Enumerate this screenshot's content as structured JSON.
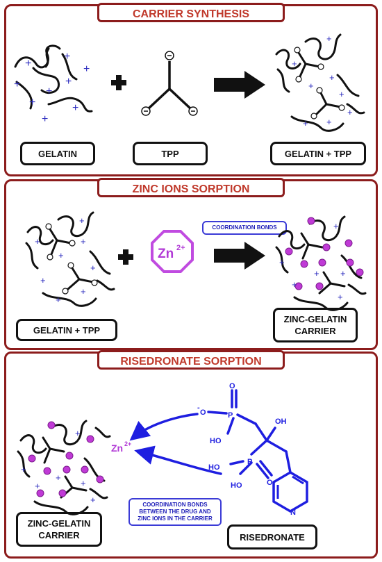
{
  "panels": [
    {
      "title": "CARRIER SYNTHESIS",
      "labels": [
        "GELATIN",
        "TPP",
        "GELATIN + TPP"
      ]
    },
    {
      "title": "ZINC IONS SORPTION",
      "labels": [
        "GELATIN + TPP",
        "ZINC-GELATIN CARRIER"
      ],
      "note": "COORDINATION BONDS",
      "zinc": "Zn",
      "zinc_charge": "2+"
    },
    {
      "title": "RISEDRONATE SORPTION",
      "labels": [
        "ZINC-GELATIN CARRIER",
        "RISEDRONATE"
      ],
      "note": "COORDINATION BONDS BETWEEN THE DRUG AND ZINC IONS IN THE CARRIER",
      "zinc": "Zn",
      "zinc_charge": "2+"
    }
  ],
  "molecule": {
    "atom_O": "O",
    "atom_P": "P",
    "atom_N": "N",
    "group_OH": "OH",
    "group_HO": "HO",
    "charge_minus": "-"
  },
  "symbols": {
    "plus": "+",
    "minus": "−"
  },
  "colors": {
    "panel_border": "#8c1c1c",
    "title_text": "#c0392b",
    "positive_charge": "#2b2bbf",
    "zinc": "#b13ad6",
    "drug": "#1e1ee0"
  }
}
